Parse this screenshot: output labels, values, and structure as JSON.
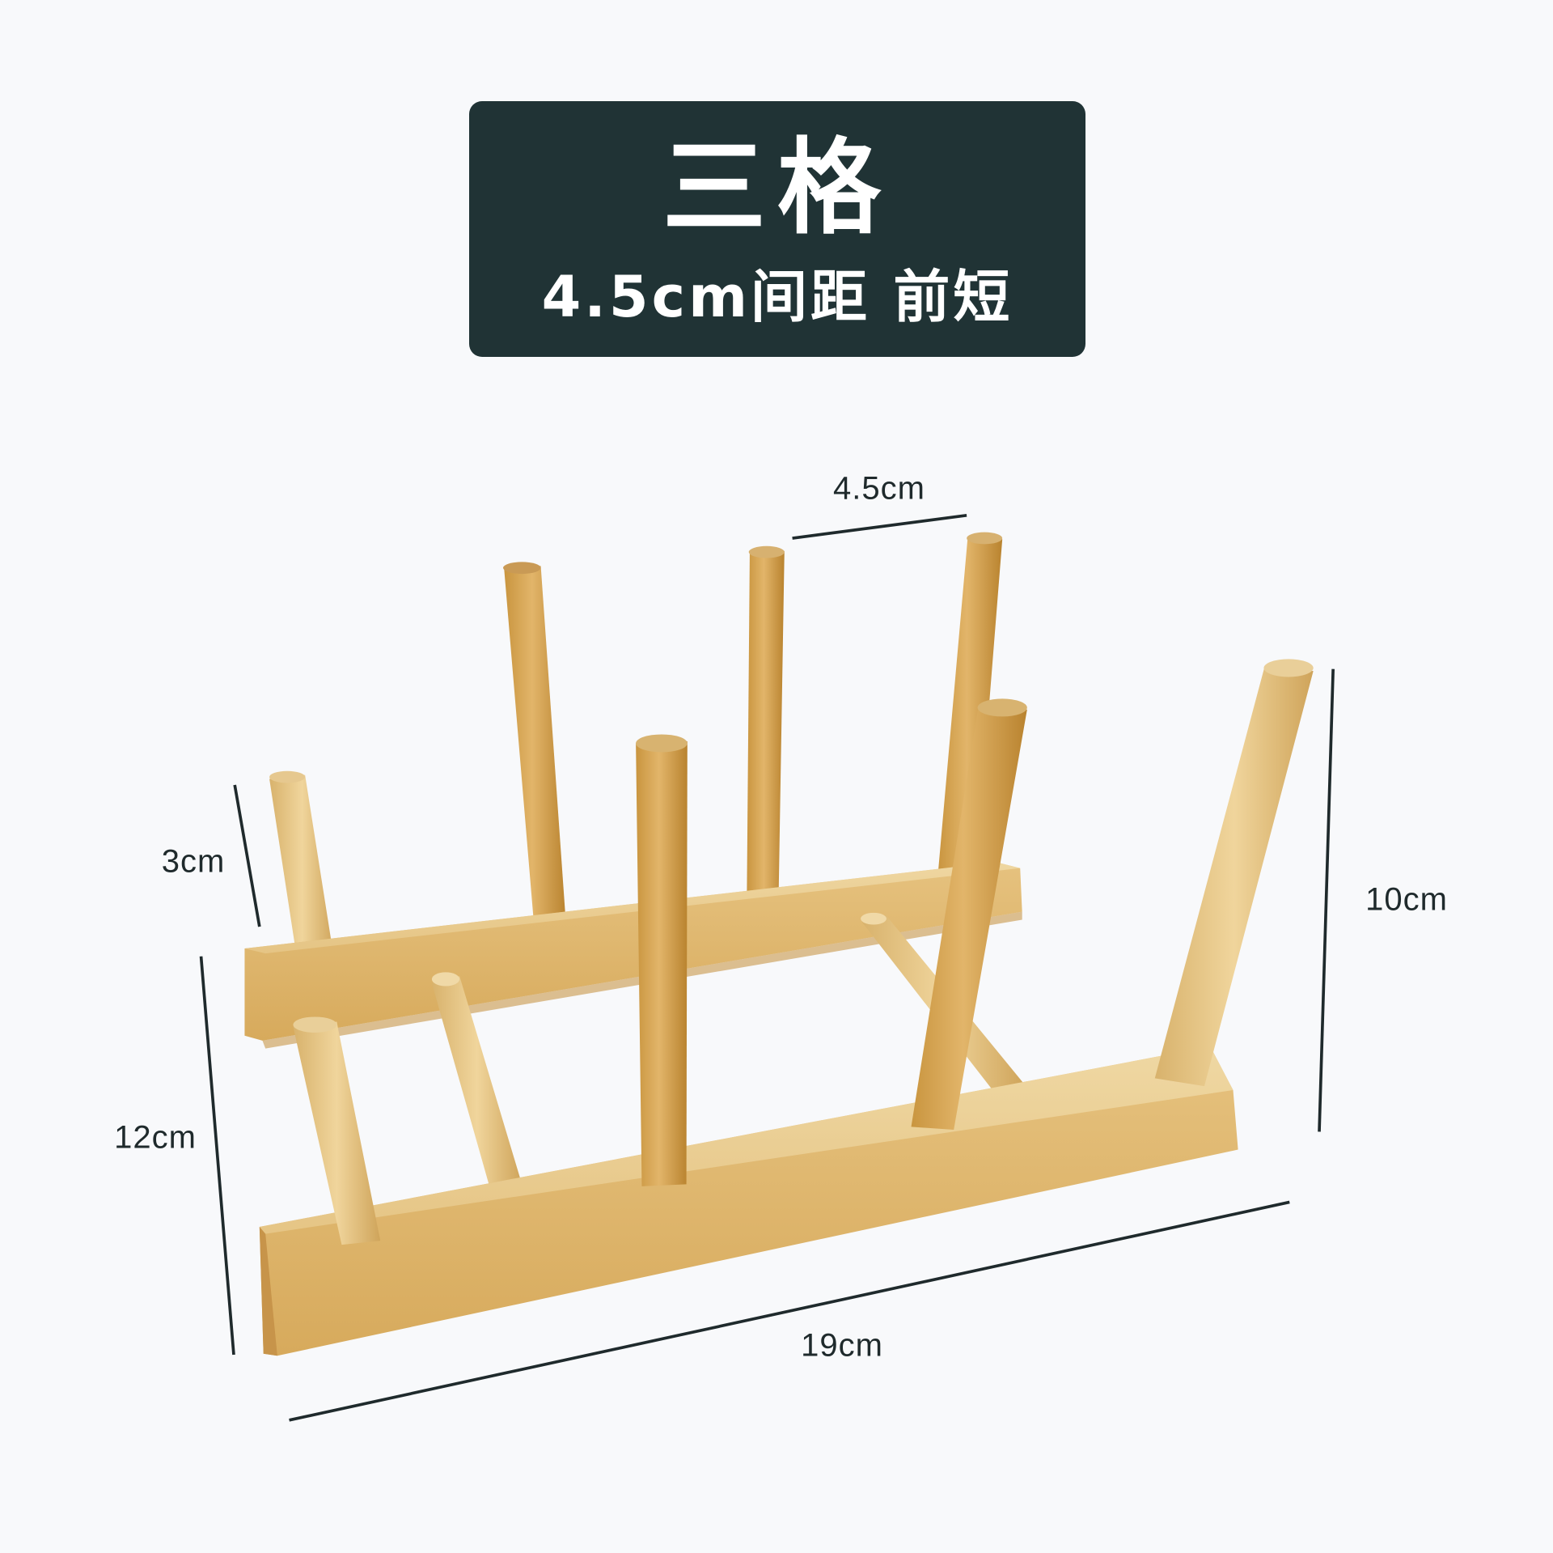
{
  "banner": {
    "title": "三格",
    "subtitle": "4.5cm间距 前短",
    "background_color": "#203335",
    "text_color": "#ffffff"
  },
  "product": {
    "name": "bamboo-plate-rack-3-slot",
    "wood_color": "#d9b06a",
    "shadow_color": "#b98a3e"
  },
  "dimensions": {
    "peg_spacing": "4.5cm",
    "short_peg_height": "3cm",
    "total_height": "12cm",
    "tall_peg_height": "10cm",
    "length": "19cm",
    "line_color": "#1f2a2c"
  }
}
